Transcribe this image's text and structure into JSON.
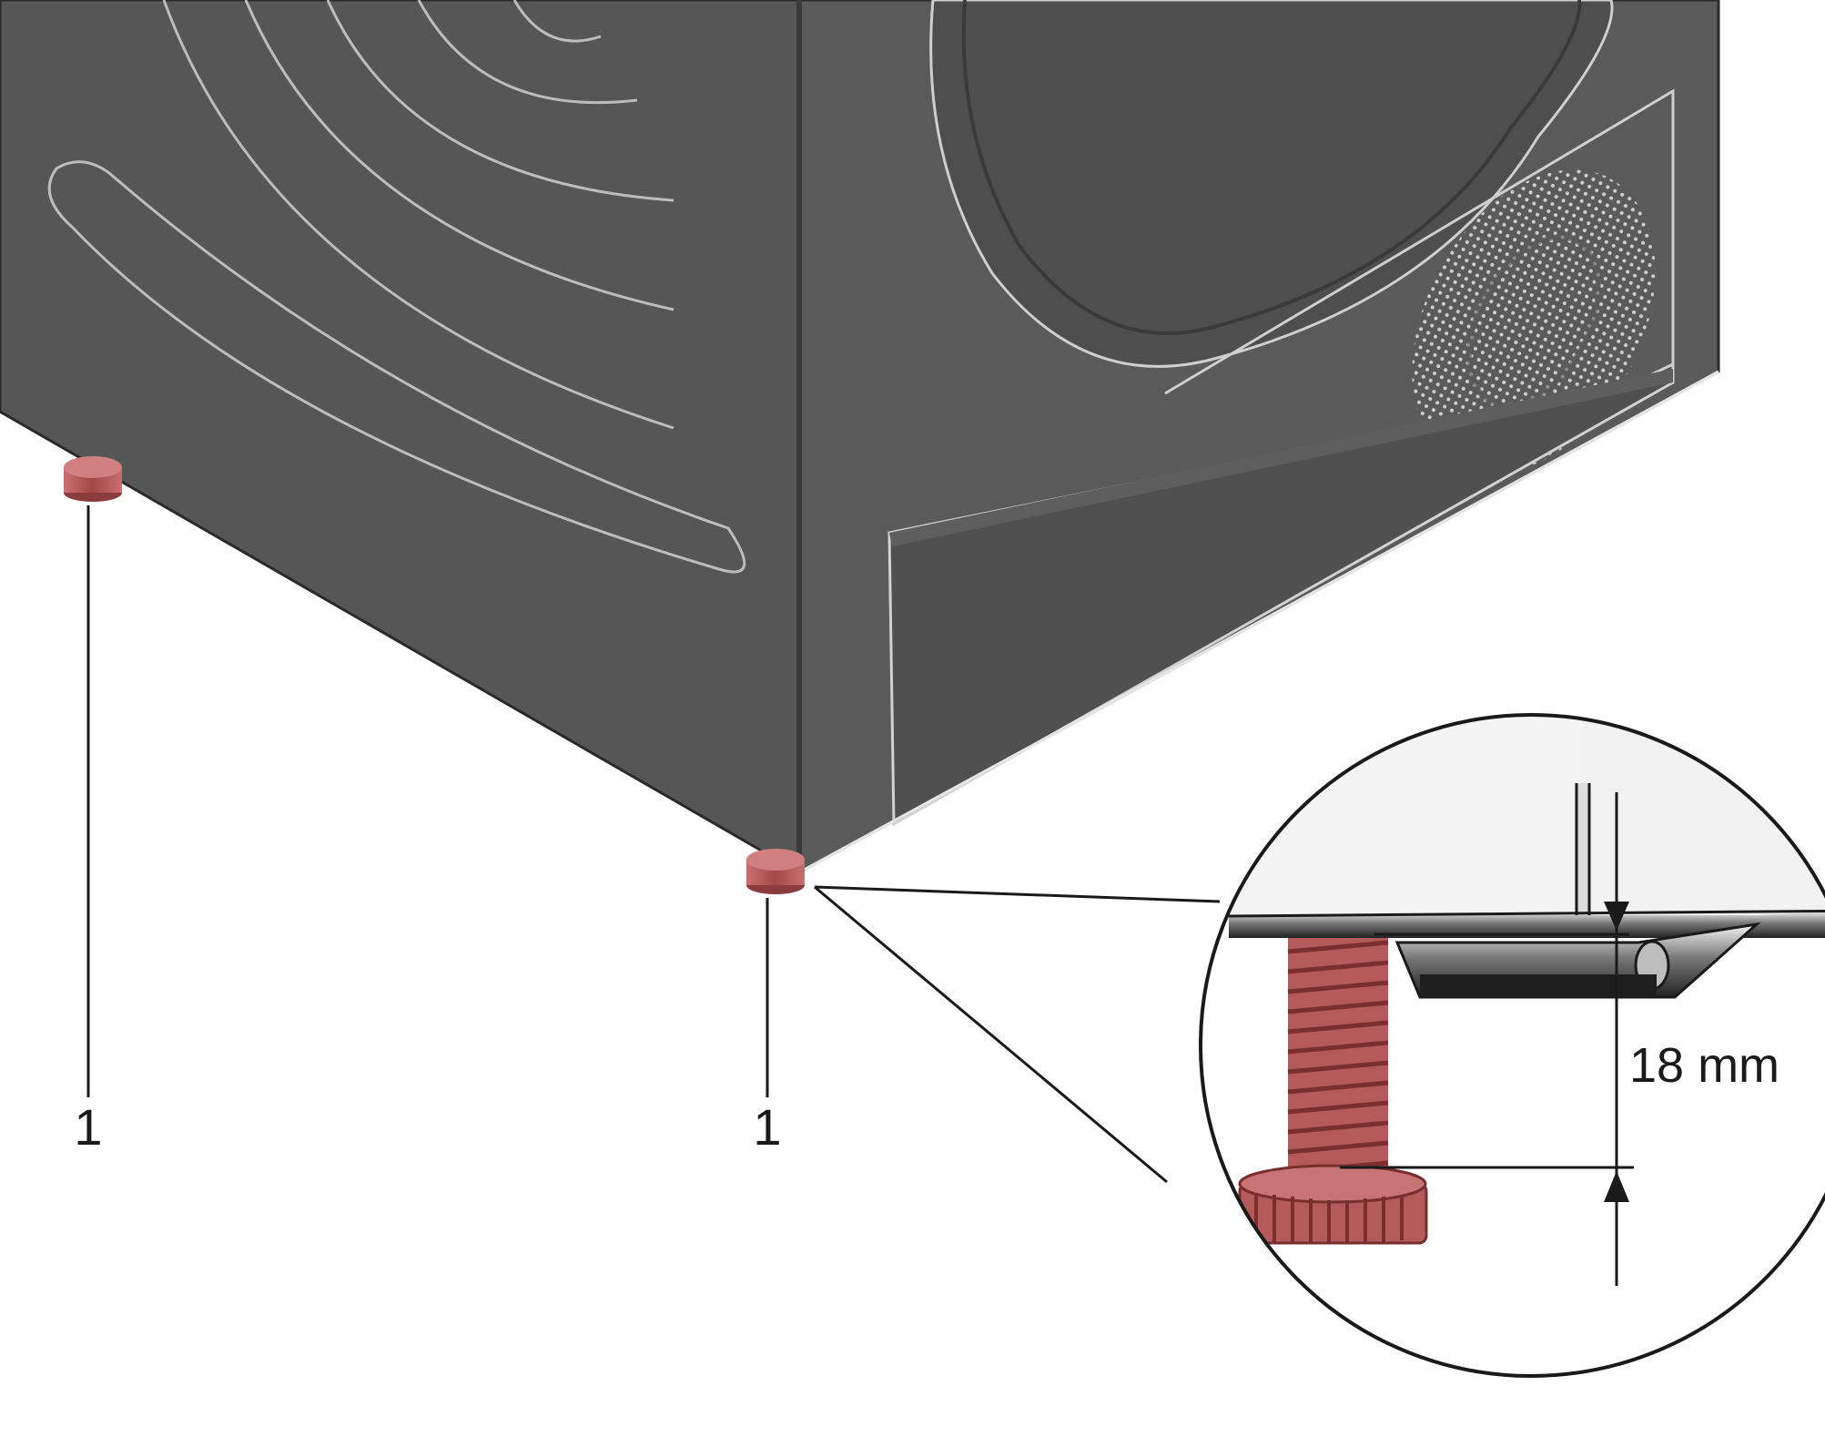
{
  "callouts": {
    "left_foot_label": "1",
    "right_foot_label": "1"
  },
  "detail": {
    "dimension_label": "18 mm"
  },
  "colors": {
    "body": "#565656",
    "body_dark": "#4a4a4a",
    "foot": "#b45a5a",
    "foot_dark": "#8c3c3c",
    "outline": "#1a1a1a"
  },
  "icons": {
    "foot": "adjustable-foot-icon",
    "arrow": "dimension-arrow-icon"
  }
}
